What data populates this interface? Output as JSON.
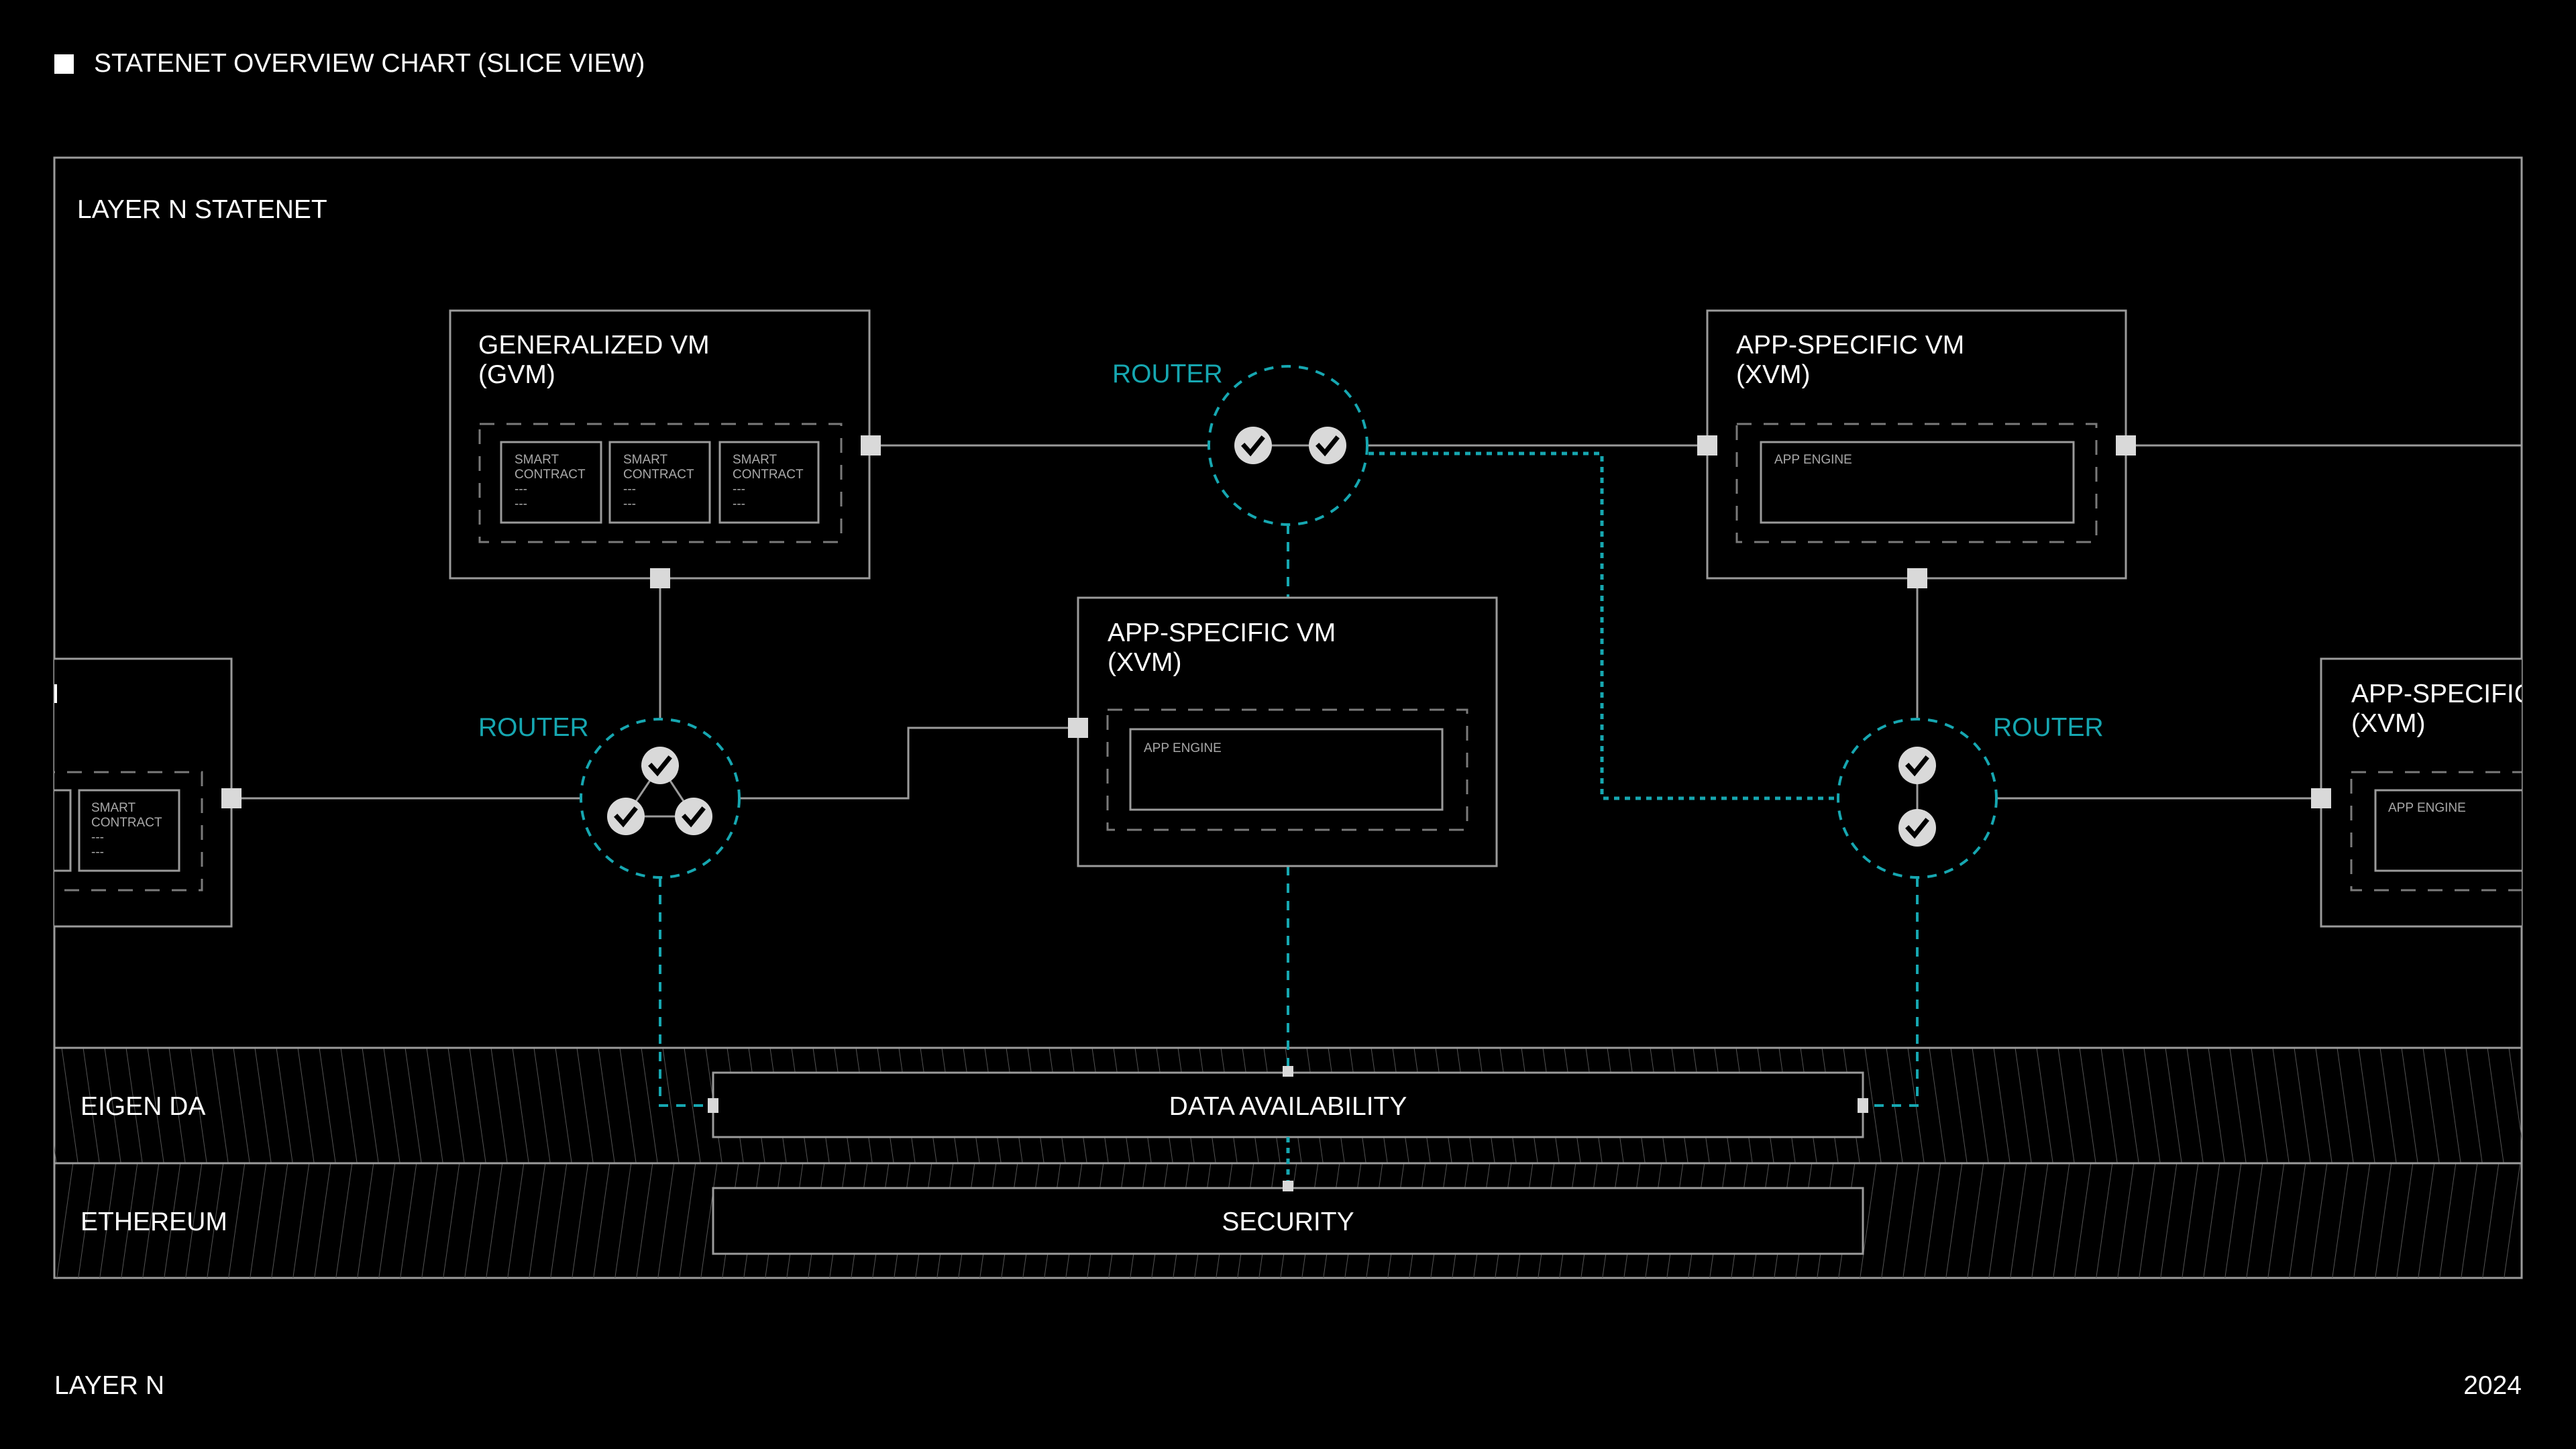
{
  "header": {
    "title": "STATENET OVERVIEW CHART (SLICE VIEW)",
    "icon": "square-bullet-icon"
  },
  "frame": {
    "label": "LAYER N STATENET"
  },
  "gvm": {
    "title_line1": "GENERALIZED VM",
    "title_line2": "(GVM)",
    "contracts": [
      {
        "line1": "SMART",
        "line2": "CONTRACT",
        "line3": "---",
        "line4": "---"
      },
      {
        "line1": "SMART",
        "line2": "CONTRACT",
        "line3": "---",
        "line4": "---"
      },
      {
        "line1": "SMART",
        "line2": "CONTRACT",
        "line3": "---",
        "line4": "---"
      }
    ]
  },
  "left_partial": {
    "contract": {
      "line1": "SMART",
      "line2": "CONTRACT",
      "line3": "---",
      "line4": "---"
    }
  },
  "xvm_top": {
    "title_line1": "APP-SPECIFIC VM",
    "title_line2": "(XVM)",
    "engine": "APP ENGINE"
  },
  "xvm_mid": {
    "title_line1": "APP-SPECIFIC VM",
    "title_line2": "(XVM)",
    "engine": "APP ENGINE"
  },
  "xvm_right": {
    "title_line1": "APP-SPECIFIC VM",
    "title_line2": "(XVM)",
    "engine": "APP ENGINE"
  },
  "routers": [
    {
      "label": "ROUTER",
      "validators": 2
    },
    {
      "label": "ROUTER",
      "validators": 3
    },
    {
      "label": "ROUTER",
      "validators": 2
    }
  ],
  "layers": {
    "eigen": {
      "label": "EIGEN DA",
      "box": "DATA AVAILABILITY"
    },
    "ethereum": {
      "label": "ETHEREUM",
      "box": "SECURITY"
    }
  },
  "footer": {
    "left": "LAYER N",
    "right": "2024"
  },
  "colors": {
    "background": "#000000",
    "line": "#9b9b9b",
    "accent_teal": "#16a7b1",
    "node": "#d9d9d9"
  }
}
